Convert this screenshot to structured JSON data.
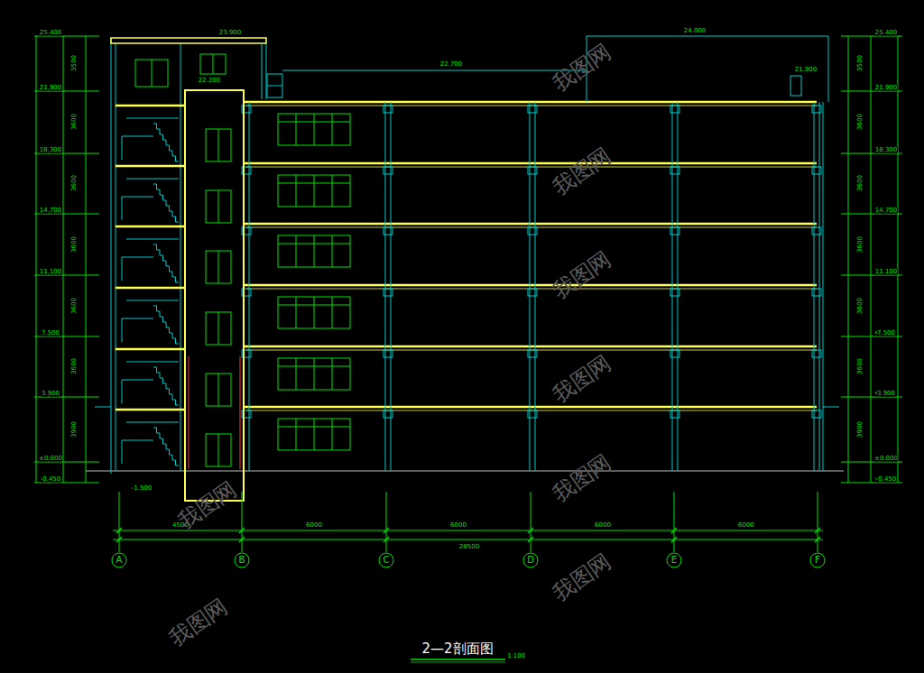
{
  "diagram": {
    "title": "2—2剖面图",
    "nodes": [
      {
        "text": [
          "A"
        ]
      },
      {
        "text": [
          "B"
        ]
      },
      {
        "text": [
          "C"
        ]
      },
      {
        "text": [
          "D"
        ]
      },
      {
        "text": [
          "E"
        ]
      },
      {
        "text": [
          "F"
        ]
      }
    ],
    "labels": [
      "25.400",
      "21.900",
      "18.300",
      "14.700",
      "11.100",
      "7.500",
      "3.900",
      "±0.000",
      "-0.450",
      "25.400",
      "21.900",
      "18.300",
      "14.700",
      "11.100",
      "7.500",
      "3.900",
      "±0.000",
      "-0.450",
      "3500",
      "3600",
      "3600",
      "3600",
      "3600",
      "3600",
      "3900",
      "3500",
      "3600",
      "3600",
      "3600",
      "3600",
      "3600",
      "3900",
      "4500",
      "6000",
      "6000",
      "6000",
      "6000",
      "28500",
      "23.900",
      "22.200",
      "22.700",
      "24.000",
      "21.900",
      "-1.500",
      "我图网",
      "我图网",
      "我图网",
      "我图网",
      "我图网",
      "我图网",
      "我图网",
      "我图网",
      "1:100"
    ]
  }
}
